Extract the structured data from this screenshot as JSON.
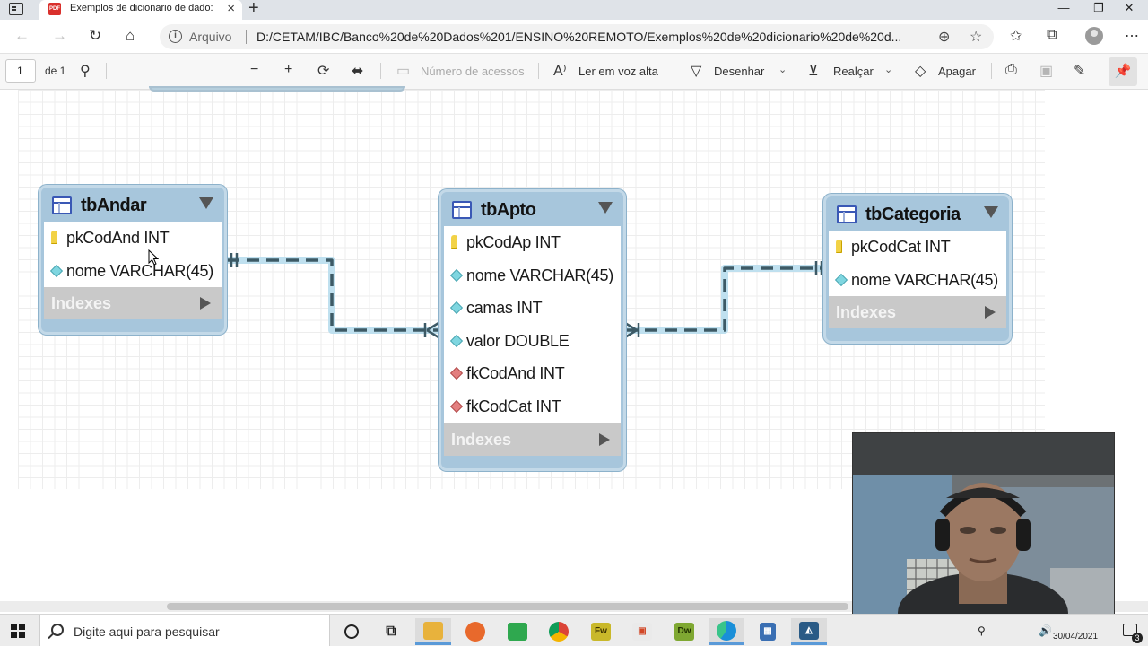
{
  "browser": {
    "tab_title": "Exemplos de dicionario de dado:",
    "tab_badge": "PDF",
    "url_scheme": "Arquivo",
    "url": "D:/CETAM/IBC/Banco%20de%20Dados%201/ENSINO%20REMOTO/Exemplos%20de%20dicionario%20de%20d..."
  },
  "pdf_toolbar": {
    "page_current": "1",
    "page_of": "de 1",
    "access_numbers": "Número de acessos",
    "read_aloud": "Ler em voz alta",
    "draw": "Desenhar",
    "highlight": "Realçar",
    "erase": "Apagar"
  },
  "diagram": {
    "tables": [
      {
        "name": "tbAndar",
        "columns": [
          {
            "text": "pkCodAnd INT",
            "kind": "pk"
          },
          {
            "text": "nome VARCHAR(45)",
            "kind": "attr"
          }
        ],
        "indexes_label": "Indexes"
      },
      {
        "name": "tbApto",
        "columns": [
          {
            "text": "pkCodAp INT",
            "kind": "pk"
          },
          {
            "text": "nome VARCHAR(45)",
            "kind": "attr"
          },
          {
            "text": "camas INT",
            "kind": "attr"
          },
          {
            "text": "valor DOUBLE",
            "kind": "attr"
          },
          {
            "text": "fkCodAnd INT",
            "kind": "fk"
          },
          {
            "text": "fkCodCat INT",
            "kind": "fk"
          }
        ],
        "indexes_label": "Indexes"
      },
      {
        "name": "tbCategoria",
        "columns": [
          {
            "text": "pkCodCat INT",
            "kind": "pk"
          },
          {
            "text": "nome VARCHAR(45)",
            "kind": "attr"
          }
        ],
        "indexes_label": "Indexes"
      }
    ],
    "relationships": [
      {
        "from": "tbAndar",
        "to": "tbApto",
        "cardinality": "one-to-many",
        "line": "dashed"
      },
      {
        "from": "tbCategoria",
        "to": "tbApto",
        "cardinality": "one-to-many",
        "line": "dashed"
      }
    ]
  },
  "taskbar": {
    "search_placeholder": "Digite aqui para pesquisar",
    "date": "30/04/2021",
    "notifications": "3",
    "apps": [
      "task-view",
      "file-explorer",
      "firefox",
      "green-app",
      "chrome",
      "fireworks",
      "office-app",
      "dreamweaver",
      "edge",
      "calculator",
      "mysql-workbench"
    ]
  },
  "colors": {
    "table_header": "#a7c6dc",
    "relationship_line": "#3d5a66",
    "indexes_bar": "#c9c9c9",
    "pk_key": "#f2d246",
    "attr_diamond": "#7fd6e0",
    "fk_diamond": "#e37f7f"
  }
}
